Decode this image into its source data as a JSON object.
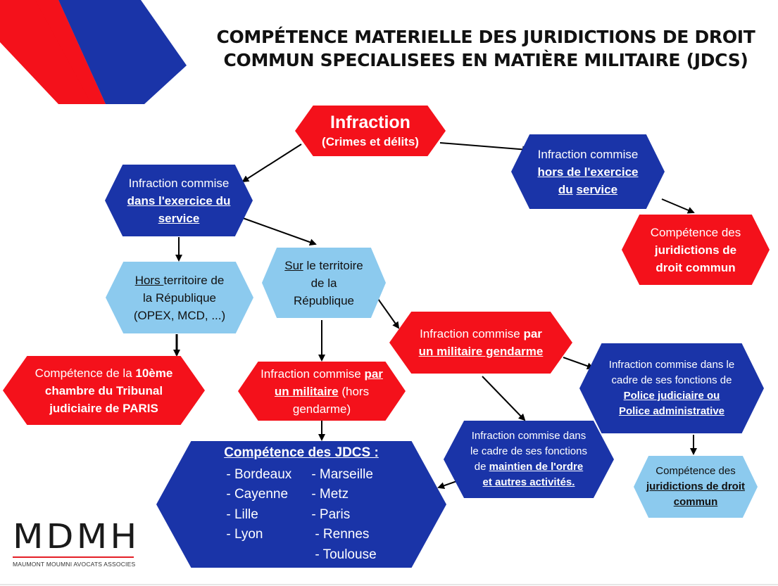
{
  "title": {
    "line1": "COMPÉTENCE MATERIELLE DES JURIDICTIONS DE DROIT",
    "line2": "COMMUN SPECIALISEES EN MATIÈRE MILITAIRE (JDCS)"
  },
  "colors": {
    "red": "#f4111b",
    "blue": "#1a34a8",
    "light_blue": "#8ccaee"
  },
  "nodes": {
    "infraction": {
      "title": "Infraction",
      "subtitle": "(Crimes et délits)"
    },
    "dans_exercice": {
      "l1": "Infraction commise",
      "l2": "dans l'exercice du",
      "l3": "service"
    },
    "hors_exercice": {
      "l1": "Infraction commise",
      "l2": "hors de l'exercice",
      "l3a": "du",
      "l3b": "service"
    },
    "droit_commun_1": {
      "l1": "Compétence des",
      "l2": "juridictions de",
      "l3": "droit commun"
    },
    "hors_territoire": {
      "l1a": "Hors ",
      "l1b": "territoire de",
      "l2": "la République",
      "l3": "(OPEX, MCD, ...)"
    },
    "sur_territoire": {
      "l1a": "Sur",
      "l1b": " le territoire",
      "l2": "de la",
      "l3": "République"
    },
    "par_gendarme": {
      "l1a": "Infraction commise ",
      "l1b": "par",
      "l2": "un militaire gendarme"
    },
    "paris": {
      "l1a": "Compétence de la ",
      "l1b": "10ème",
      "l2": "chambre du Tribunal",
      "l3": "judiciaire de PARIS"
    },
    "par_militaire": {
      "l1a": "Infraction commise ",
      "l1b": "par",
      "l2a": "un militaire",
      "l2b": " (hors",
      "l3": "gendarme)"
    },
    "police": {
      "l1": "Infraction commise dans le",
      "l2": "cadre de ses fonctions de",
      "l3": "Police judiciaire ou",
      "l4": "Police administrative"
    },
    "droit_commun_2": {
      "l1": "Compétence des",
      "l2": "juridictions de droit",
      "l3": "commun"
    },
    "maintien": {
      "l1": "Infraction commise dans",
      "l2": "le cadre de ses fonctions",
      "l3a": "de ",
      "l3b": "maintien de l'ordre",
      "l4": "et autres activités."
    },
    "jdcs": {
      "title": "Compétence des JDCS :",
      "col1": [
        "- Bordeaux",
        "- Cayenne",
        "- Lille",
        "- Lyon"
      ],
      "col2": [
        "- Marseille",
        "- Metz",
        "- Paris",
        "- Rennes",
        "- Toulouse"
      ]
    }
  },
  "logo": {
    "mark": "MDMH",
    "tagline": "MAUMONT MOUMNI AVOCATS ASSOCIES"
  }
}
